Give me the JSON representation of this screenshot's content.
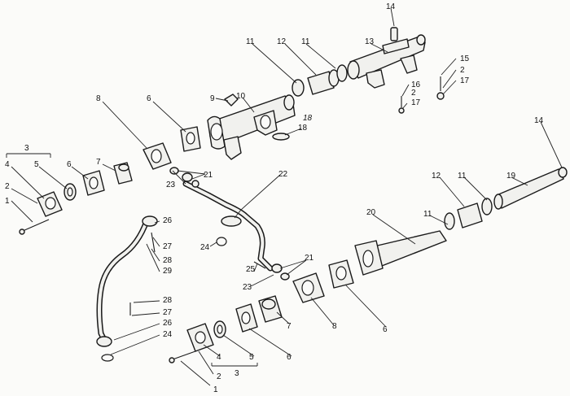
{
  "callouts": [
    {
      "id": "c1",
      "text": "1"
    },
    {
      "id": "c2",
      "text": "2"
    },
    {
      "id": "c3",
      "text": "3"
    },
    {
      "id": "c4",
      "text": "4"
    },
    {
      "id": "c5",
      "text": "5"
    },
    {
      "id": "c6",
      "text": "6"
    },
    {
      "id": "c7",
      "text": "7"
    },
    {
      "id": "c8",
      "text": "8"
    },
    {
      "id": "c9",
      "text": "9"
    },
    {
      "id": "c10",
      "text": "10"
    },
    {
      "id": "c11",
      "text": "11"
    },
    {
      "id": "c12",
      "text": "12"
    },
    {
      "id": "c13",
      "text": "13"
    },
    {
      "id": "c14",
      "text": "14"
    },
    {
      "id": "c15",
      "text": "15"
    },
    {
      "id": "c16",
      "text": "16"
    },
    {
      "id": "c17",
      "text": "17"
    },
    {
      "id": "c18",
      "text": "18"
    },
    {
      "id": "c19",
      "text": "19"
    },
    {
      "id": "c20",
      "text": "20"
    },
    {
      "id": "c21",
      "text": "21"
    },
    {
      "id": "c22",
      "text": "22"
    },
    {
      "id": "c23",
      "text": "23"
    },
    {
      "id": "c24",
      "text": "24"
    },
    {
      "id": "c25",
      "text": "25"
    },
    {
      "id": "c26",
      "text": "26"
    },
    {
      "id": "c27",
      "text": "27"
    },
    {
      "id": "c28",
      "text": "28"
    },
    {
      "id": "c29",
      "text": "29"
    },
    {
      "id": "c18b",
      "text": "18"
    }
  ]
}
